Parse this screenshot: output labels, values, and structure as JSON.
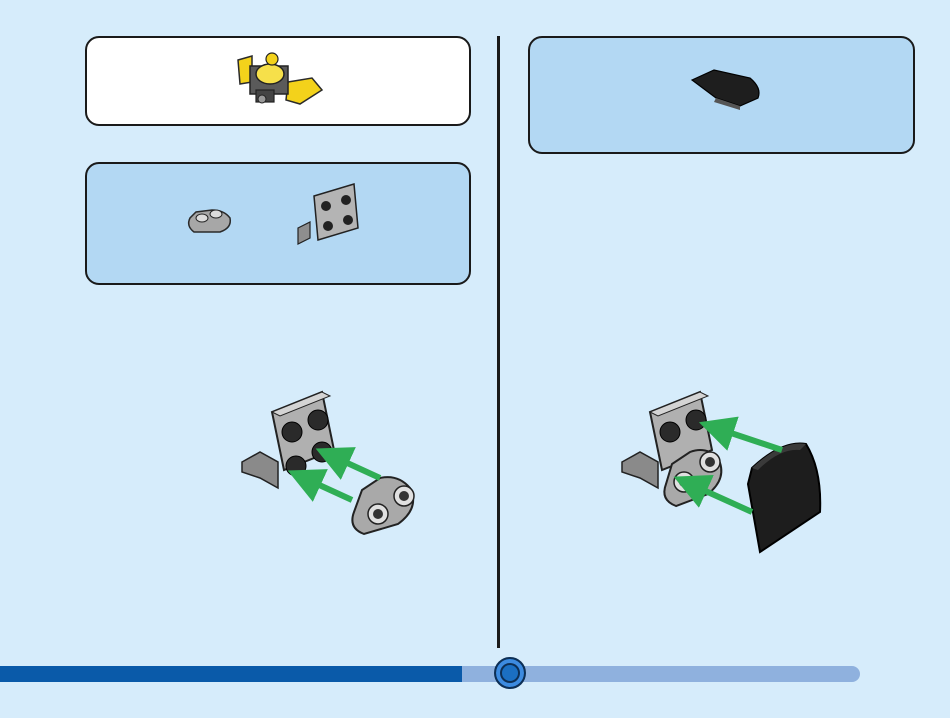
{
  "page": {
    "background_color": "#d6ecfb",
    "callout_color": "#b3d8f3",
    "progress_fill_color": "#0a5aa9",
    "progress_track_color": "#8fb1de"
  },
  "progress": {
    "fraction": 0.537
  },
  "left_step": {
    "minifig_callout": {
      "part": "yellow-minifigure-assembly"
    },
    "parts": [
      "plate-1x2-rounded-gray",
      "bracket-2x2-gray"
    ]
  },
  "right_step": {
    "parts": [
      "slope-curved-2x2-black"
    ]
  }
}
